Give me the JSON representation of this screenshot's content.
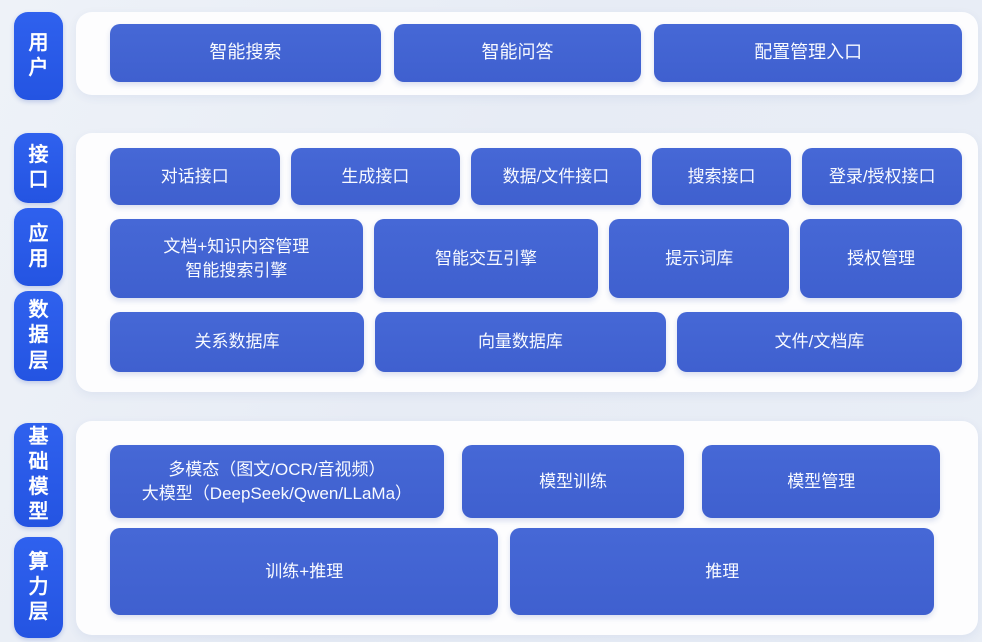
{
  "colors": {
    "page_bg": "#e9eef6",
    "panel_bg": "#fdfdfe",
    "label_blue": "#2a5ae6",
    "button_blue": "#4365d2",
    "text": "#ffffff"
  },
  "bands": [
    {
      "labels": [
        {
          "text": "用户"
        }
      ],
      "rows": [
        {
          "buttons": [
            {
              "text": "智能搜索"
            },
            {
              "text": "智能问答"
            },
            {
              "text": "配置管理入口"
            }
          ]
        }
      ]
    },
    {
      "labels": [
        {
          "text": "接口"
        },
        {
          "text": "应用"
        },
        {
          "text": "数据层"
        }
      ],
      "rows": [
        {
          "buttons": [
            {
              "text": "对话接口"
            },
            {
              "text": "生成接口"
            },
            {
              "text": "数据/文件接口"
            },
            {
              "text": "搜索接口"
            },
            {
              "text": "登录/授权接口"
            }
          ]
        },
        {
          "buttons": [
            {
              "text": "文档+知识内容管理\n智能搜索引擎"
            },
            {
              "text": "智能交互引擎"
            },
            {
              "text": "提示词库"
            },
            {
              "text": "授权管理"
            }
          ]
        },
        {
          "buttons": [
            {
              "text": "关系数据库"
            },
            {
              "text": "向量数据库"
            },
            {
              "text": "文件/文档库"
            }
          ]
        }
      ]
    },
    {
      "labels": [
        {
          "text": "基础模型"
        },
        {
          "text": "算力层"
        }
      ],
      "rows": [
        {
          "buttons": [
            {
              "text": "多模态（图文/OCR/音视频）\n大模型（DeepSeek/Qwen/LLaMa）"
            },
            {
              "text": "模型训练"
            },
            {
              "text": "模型管理"
            }
          ]
        },
        {
          "buttons": [
            {
              "text": "训练+推理"
            },
            {
              "text": "推理"
            }
          ]
        }
      ]
    }
  ]
}
